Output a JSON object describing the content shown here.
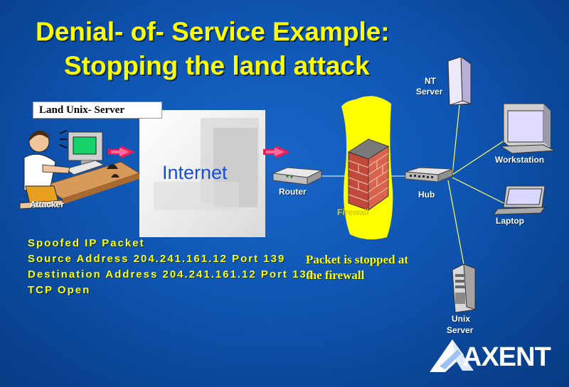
{
  "title": {
    "line1": "Denial- of- Service Example:",
    "line2": "Stopping the land attack"
  },
  "land_server_label": "Land Unix- Server",
  "internet_label": "Internet",
  "nodes": {
    "attacker": "Attacker",
    "router": "Router",
    "firewall": "Firewall",
    "hub": "Hub",
    "nt_server_line1": "NT",
    "nt_server_line2": "Server",
    "workstation": "Workstation",
    "laptop": "Laptop",
    "unix_server_line1": "Unix",
    "unix_server_line2": "Server"
  },
  "packet": {
    "line1": "Spoofed IP Packet",
    "line2": "Source Address 204.241.161.12 Port 139",
    "line3": "Destination Address 204.241.161.12 Port 139",
    "line4": "TCP Open"
  },
  "note": {
    "line1": "Packet is stopped at",
    "line2": "the firewall"
  },
  "logo_text": "AXENT",
  "colors": {
    "title": "#ffff00",
    "background": "#0f55b2",
    "firewall_glow": "#ffff00",
    "arrow": "#e8205a",
    "link_line": "#ffff66"
  }
}
